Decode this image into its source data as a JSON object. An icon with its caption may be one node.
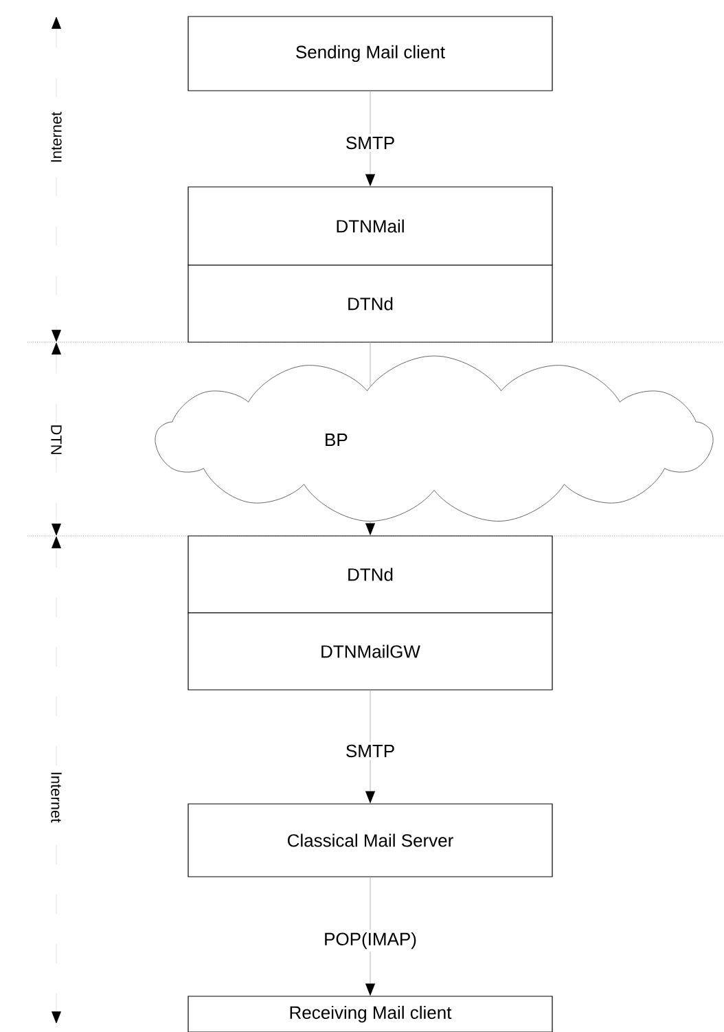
{
  "diagram": {
    "nodes": [
      {
        "text": [
          "Sending Mail client"
        ]
      },
      {
        "text": [
          "DTNMail"
        ]
      },
      {
        "text": [
          "DTNd"
        ]
      },
      {
        "text": [
          "BP"
        ]
      },
      {
        "text": [
          "DTNd"
        ]
      },
      {
        "text": [
          "DTNMailGW"
        ]
      },
      {
        "text": [
          "Classical Mail Server"
        ]
      },
      {
        "text": [
          "Receiving Mail client"
        ]
      }
    ],
    "edges": [
      {
        "from": 0,
        "to": 1,
        "arrow": "to",
        "label": "SMTP"
      },
      {
        "from": 2,
        "to": 3,
        "arrow": "none"
      },
      {
        "from": 3,
        "to": 4,
        "arrow": "to"
      },
      {
        "from": 5,
        "to": 6,
        "arrow": "to",
        "label": "SMTP"
      },
      {
        "from": 6,
        "to": 7,
        "arrow": "to",
        "label": "POP(IMAP)"
      }
    ],
    "labels": [
      "Internet",
      "DTN",
      "Internet"
    ]
  }
}
